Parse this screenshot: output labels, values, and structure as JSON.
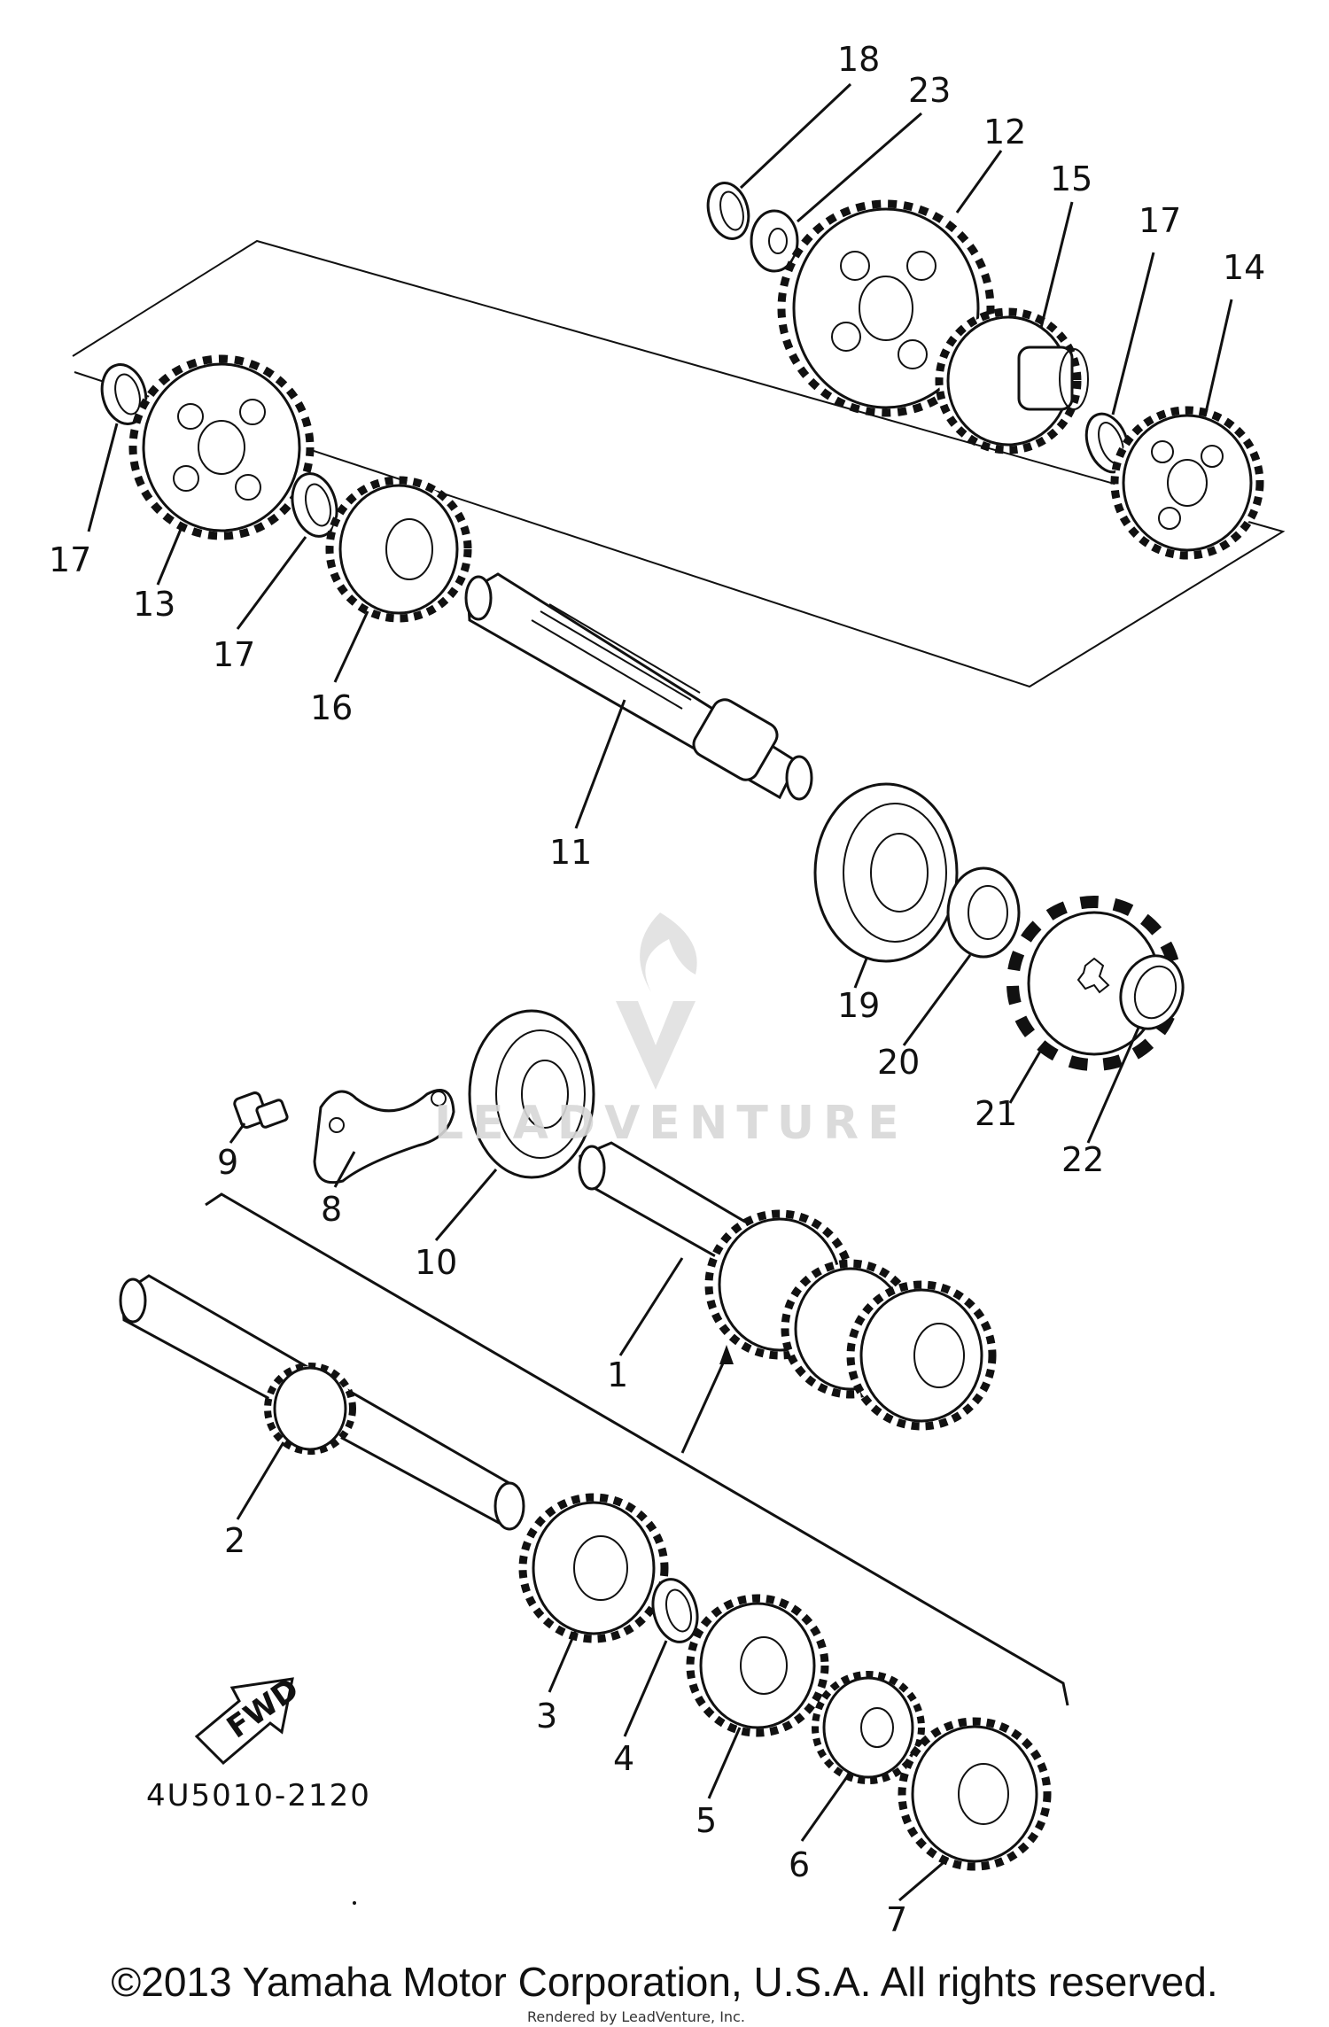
{
  "diagram": {
    "part_code": "4U5010-2120",
    "fwd_label": "FWD",
    "watermark": "LEADVENTURE",
    "credit": "Rendered by LeadVenture, Inc.",
    "copyright": "©2013 Yamaha Motor Corporation, U.S.A. All rights reserved."
  },
  "callouts": [
    {
      "id": "c18",
      "label": "18"
    },
    {
      "id": "c23",
      "label": "23"
    },
    {
      "id": "c12",
      "label": "12"
    },
    {
      "id": "c15",
      "label": "15"
    },
    {
      "id": "c17a",
      "label": "17"
    },
    {
      "id": "c14",
      "label": "14"
    },
    {
      "id": "c17b",
      "label": "17"
    },
    {
      "id": "c13",
      "label": "13"
    },
    {
      "id": "c17c",
      "label": "17"
    },
    {
      "id": "c16",
      "label": "16"
    },
    {
      "id": "c11",
      "label": "11"
    },
    {
      "id": "c19",
      "label": "19"
    },
    {
      "id": "c20",
      "label": "20"
    },
    {
      "id": "c21",
      "label": "21"
    },
    {
      "id": "c22",
      "label": "22"
    },
    {
      "id": "c9",
      "label": "9"
    },
    {
      "id": "c8",
      "label": "8"
    },
    {
      "id": "c10",
      "label": "10"
    },
    {
      "id": "c1",
      "label": "1"
    },
    {
      "id": "c2",
      "label": "2"
    },
    {
      "id": "c3",
      "label": "3"
    },
    {
      "id": "c4",
      "label": "4"
    },
    {
      "id": "c5",
      "label": "5"
    },
    {
      "id": "c6",
      "label": "6"
    },
    {
      "id": "c7",
      "label": "7"
    }
  ]
}
